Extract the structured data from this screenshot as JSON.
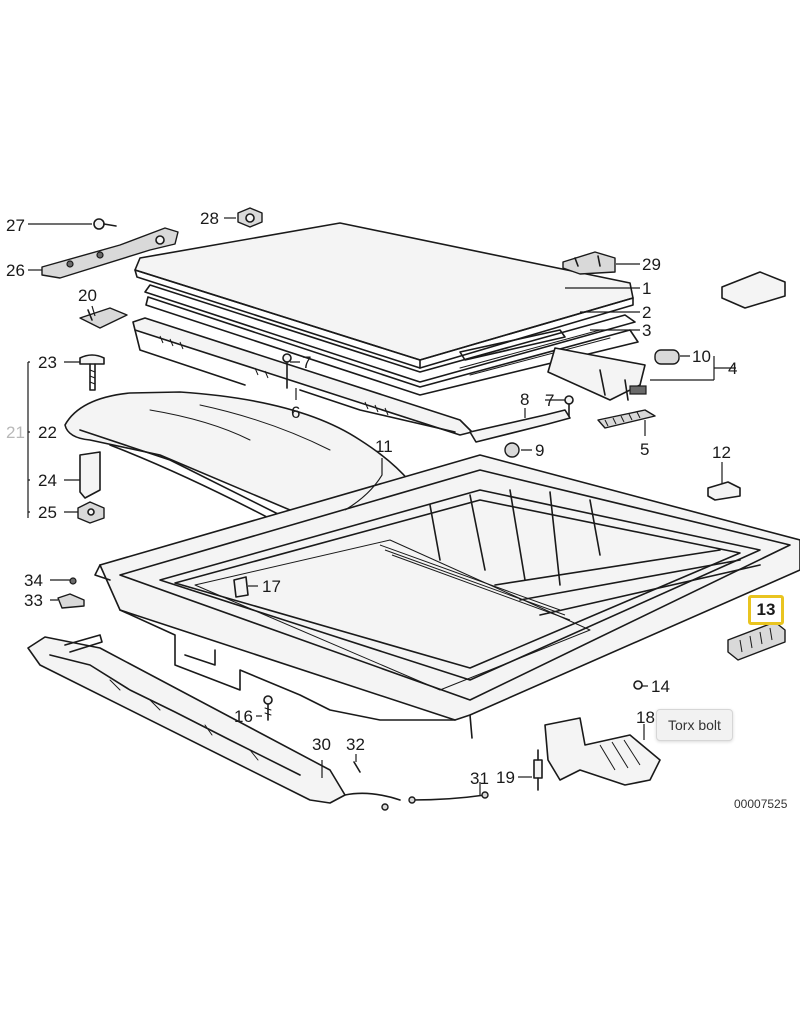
{
  "labels": {
    "p1": "1",
    "p2": "2",
    "p3": "3",
    "p4": "4",
    "p5": "5",
    "p6": "6",
    "p7a": "7",
    "p7b": "7",
    "p8": "8",
    "p9": "9",
    "p10": "10",
    "p11": "11",
    "p12": "12",
    "p13": "13",
    "p14": "14",
    "p16": "16",
    "p17": "17",
    "p18": "18",
    "p19": "19",
    "p20": "20",
    "p21": "21",
    "p22": "22",
    "p23": "23",
    "p24": "24",
    "p25": "25",
    "p26": "26",
    "p27": "27",
    "p28": "28",
    "p29": "29",
    "p30": "30",
    "p31": "31",
    "p32": "32",
    "p33": "33",
    "p34": "34"
  },
  "diagram_code": "00007525",
  "tooltip": {
    "text": "Torx bolt"
  },
  "highlight": {
    "part": "13",
    "color": "#e9c420"
  }
}
